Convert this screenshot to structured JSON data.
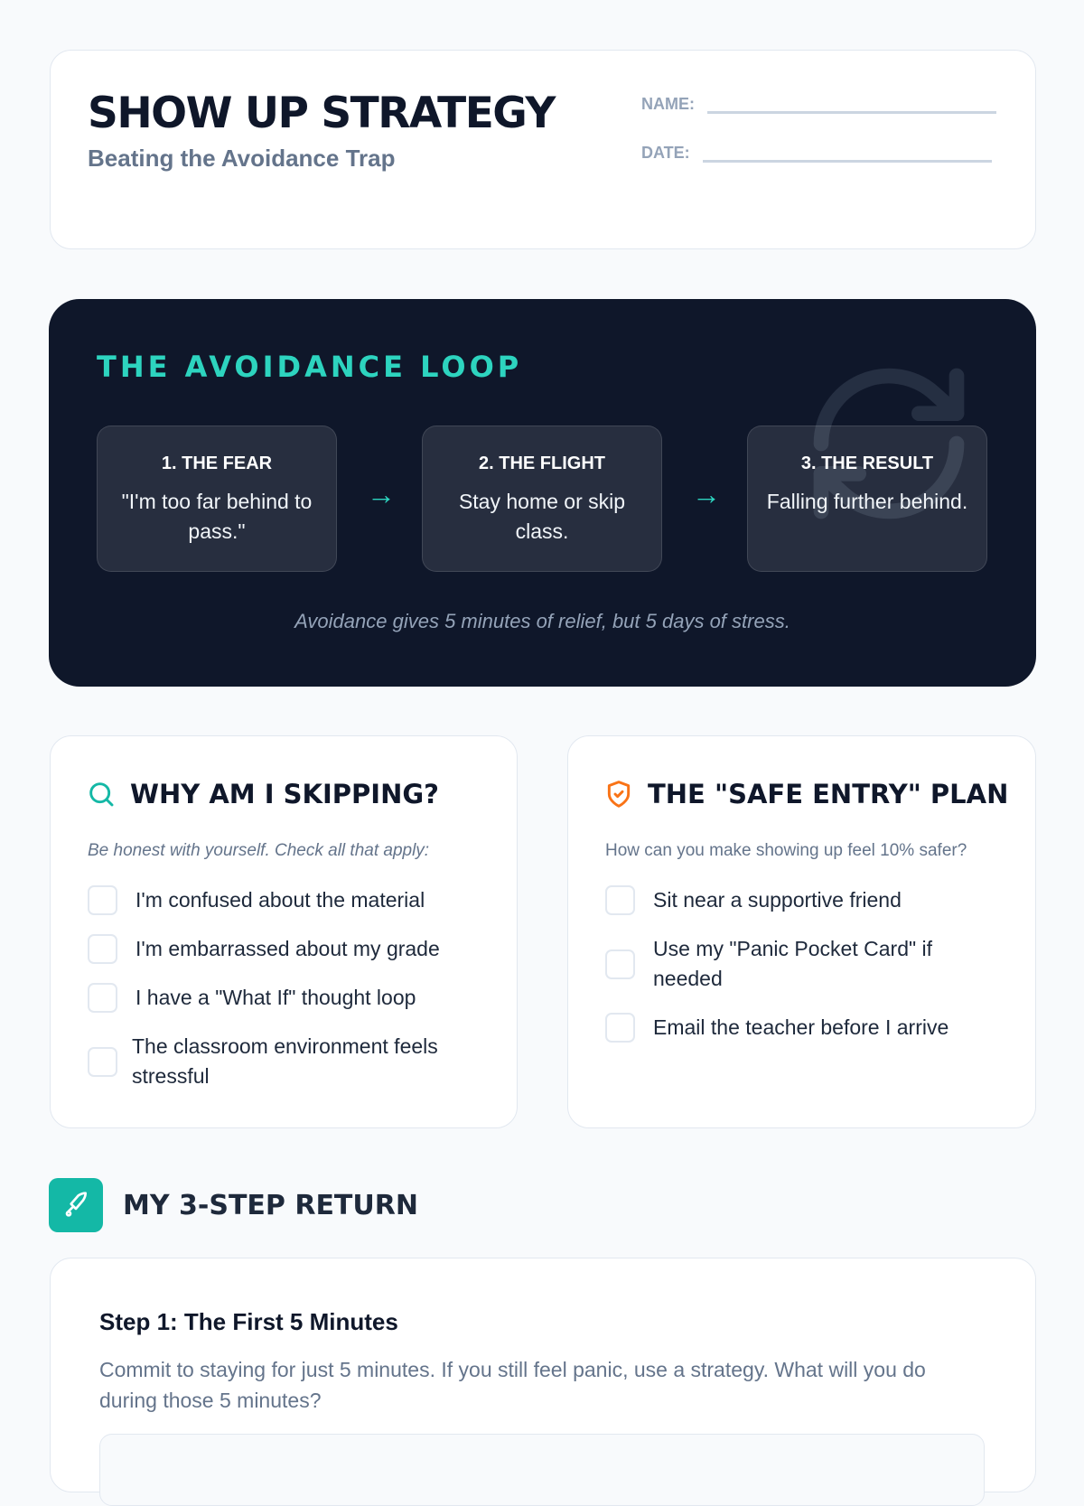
{
  "header": {
    "title": "SHOW UP STRATEGY",
    "subtitle": "Beating the Avoidance Trap",
    "name_label": "NAME:",
    "date_label": "DATE:"
  },
  "loop": {
    "title": "THE AVOIDANCE LOOP",
    "steps": [
      {
        "title": "1. THE FEAR",
        "text": "\"I'm too far behind to pass.\""
      },
      {
        "title": "2. THE FLIGHT",
        "text": "Stay home or skip class."
      },
      {
        "title": "3. THE RESULT",
        "text": "Falling further behind."
      }
    ],
    "note": "Avoidance gives 5 minutes of relief, but 5 days of stress."
  },
  "why": {
    "title": "WHY AM I SKIPPING?",
    "hint": "Be honest with yourself. Check all that apply:",
    "items": [
      "I'm confused about the material",
      "I'm embarrassed about my grade",
      "I have a \"What If\" thought loop",
      "The classroom environment feels stressful"
    ]
  },
  "safe": {
    "title": "THE \"SAFE ENTRY\" PLAN",
    "hint": "How can you make showing up feel 10% safer?",
    "items": [
      "Sit near a supportive friend",
      "Use my \"Panic Pocket Card\" if needed",
      "Email the teacher before I arrive"
    ]
  },
  "return": {
    "title": "MY 3-STEP RETURN",
    "step1_title": "Step 1: The First 5 Minutes",
    "step1_text": "Commit to staying for just 5 minutes. If you still feel panic, use a strategy. What will you do during those 5 minutes?"
  },
  "colors": {
    "accent": "#14b8a6",
    "dark": "#0f172a",
    "orange": "#f97316"
  }
}
